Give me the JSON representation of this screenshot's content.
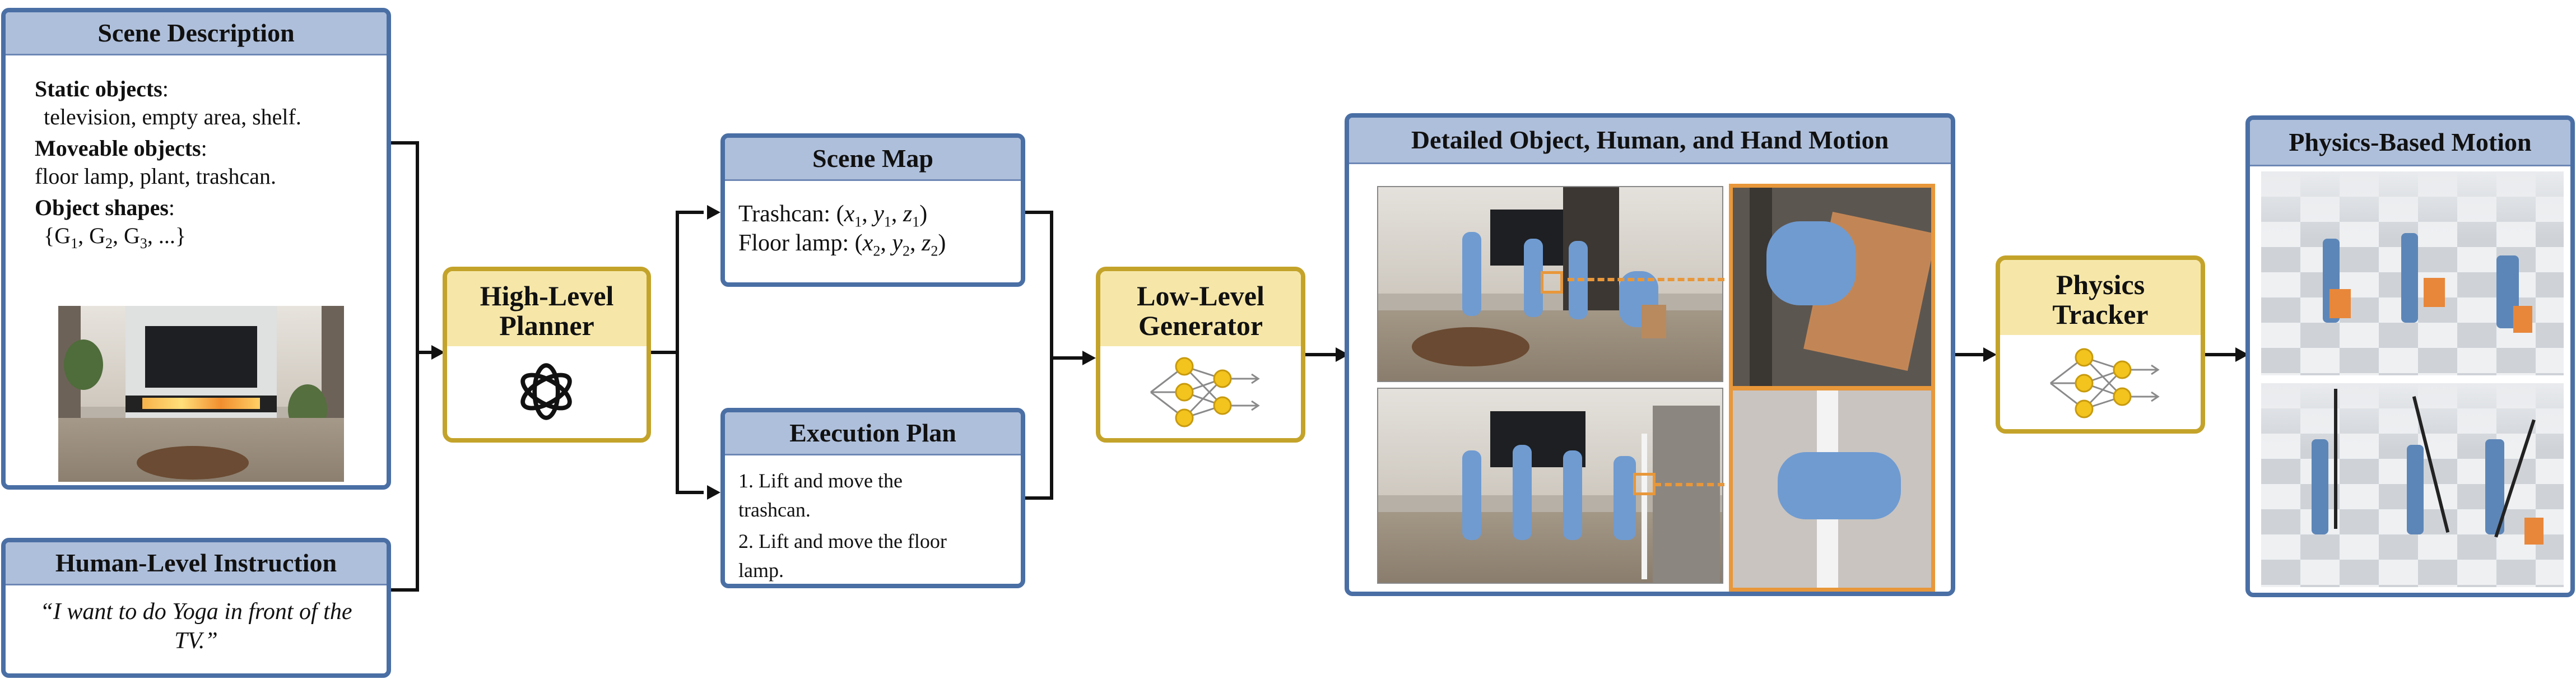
{
  "scene_description": {
    "title": "Scene Description",
    "static_label": "Static objects",
    "static_items": "television, empty area, shelf.",
    "moveable_label": "Moveable objects",
    "moveable_items": "floor lamp, plant, trashcan.",
    "shapes_label": "Object shapes",
    "shapes_items": "{G1, G2, G3, ...}"
  },
  "human_instruction": {
    "title": "Human-Level Instruction",
    "quote": "“I want to do Yoga in front of the TV.”"
  },
  "high_level_planner": {
    "title": "High-Level Planner",
    "icon": "openai-logo-icon"
  },
  "scene_map": {
    "title": "Scene Map",
    "line1": "Trashcan: (x1, y1, z1)",
    "line2": "Floor lamp: (x2, y2, z2)"
  },
  "execution_plan": {
    "title": "Execution Plan",
    "step1": "1. Lift and move the trashcan.",
    "step2": "2. Lift and move the floor lamp."
  },
  "low_level_generator": {
    "title": "Low-Level Generator",
    "icon": "neural-network-icon"
  },
  "detailed_motion": {
    "title": "Detailed Object, Human, and Hand Motion"
  },
  "physics_tracker": {
    "title": "Physics Tracker",
    "icon": "neural-network-icon"
  },
  "physics_motion": {
    "title": "Physics-Based Motion"
  },
  "colors": {
    "panel_border": "#4a6fa5",
    "panel_header": "#aebfdb",
    "module_border": "#c4a32a",
    "module_header": "#f6e7a9",
    "highlight": "#e8973a",
    "human": "#6f9bd1"
  }
}
